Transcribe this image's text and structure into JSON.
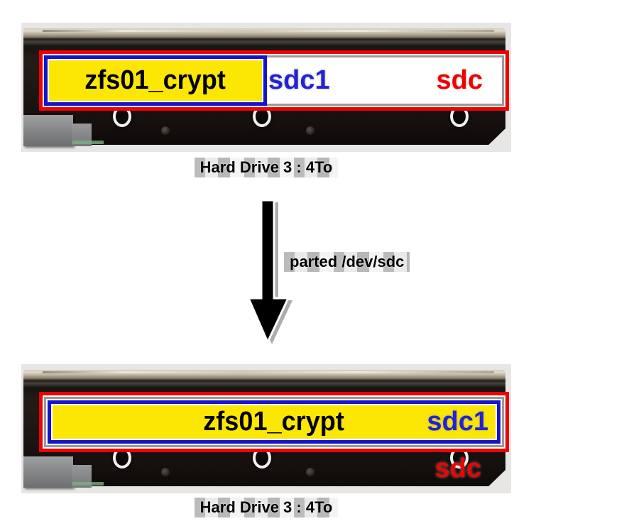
{
  "diagram": {
    "before": {
      "partition_label": "zfs01_crypt",
      "partition_device": "sdc1",
      "disk_device": "sdc",
      "caption": "Hard Drive 3 : 4To"
    },
    "command": "parted /dev/sdc",
    "after": {
      "partition_label": "zfs01_crypt",
      "partition_device": "sdc1",
      "disk_device": "sdc",
      "caption": "Hard Drive 3 : 4To"
    },
    "colors": {
      "disk_outline": "#ee0202",
      "partition_border": "#1414cc",
      "partition_fill": "#fbe703",
      "partition_device_text": "#2222d6",
      "disk_device_text": "#ee0202"
    }
  }
}
